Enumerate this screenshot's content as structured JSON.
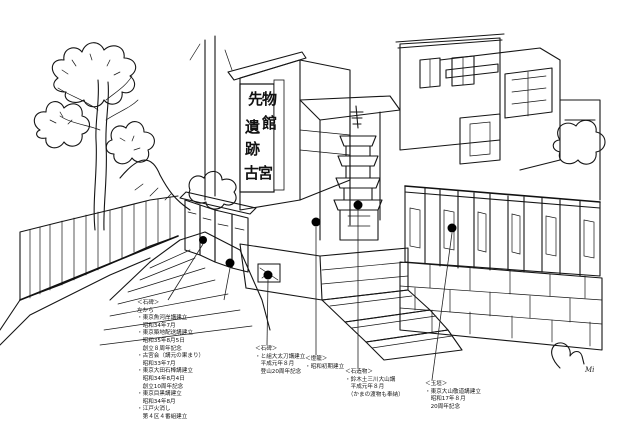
{
  "sign": {
    "chars": [
      "先",
      "物",
      "館",
      "遺",
      "跡",
      "古",
      "宮"
    ]
  },
  "signature": "Mi",
  "labels": {
    "left": {
      "lines": [
        "＜石碑＞",
        "左から",
        "・東京魚河岸講建立",
        "　昭和34年7月",
        "・東京築地配送講建立",
        "　昭和35年8月5日",
        "　創立８周年記念",
        "・古宮会（講元の果まり）",
        "　昭和33年7月",
        "・東京大田石棒講建立",
        "　昭和34年8月4日",
        "　創立10周年記念",
        "・東京目黒講建立",
        "　昭和34年8月",
        "・江戸火消し",
        "　第４区４番組建立"
      ]
    },
    "center_left": {
      "lines": [
        "＜石碑＞",
        "・と組大太刀講建立",
        "　平成元年８月",
        "　登山20周年記念"
      ]
    },
    "center": {
      "lines": [
        "＜燈籠＞",
        "・昭和初期建立"
      ]
    },
    "center_right": {
      "lines": [
        "＜石造物＞",
        "・鈴木土三川大山講",
        "　平成元年８月",
        "　（かまの渡物も奉納）"
      ]
    },
    "right": {
      "lines": [
        "＜玉垣＞",
        "・東京大山敬道講建立",
        "　昭和17年８月",
        "　20周年記念"
      ]
    }
  }
}
